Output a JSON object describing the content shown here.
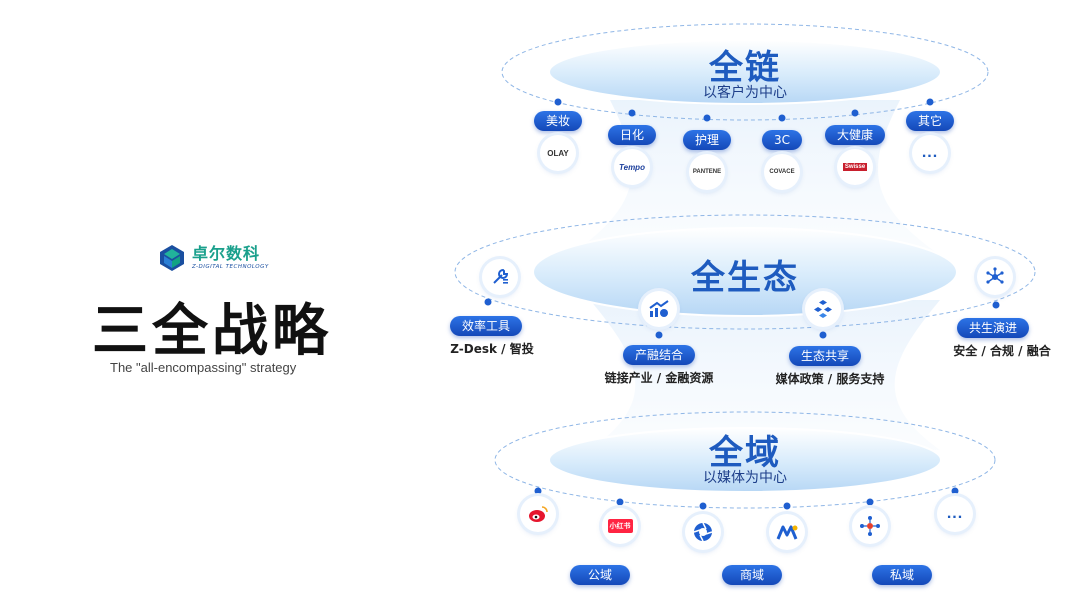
{
  "brand": {
    "name": "卓尔数科",
    "subtitle": "Z-DIGITAL TECHNOLOGY",
    "title": "三全战略",
    "english": "The \"all-encompassing\" strategy"
  },
  "tiers": {
    "top": {
      "title": "全链",
      "subtitle": "以客户为中心",
      "categories": [
        "美妆",
        "日化",
        "护理",
        "3C",
        "大健康",
        "其它"
      ],
      "brands": [
        "OLAY",
        "Tempo",
        "PANTENE",
        "COVACE",
        "Swisse",
        "..."
      ]
    },
    "middle": {
      "title": "全生态",
      "nodes": [
        {
          "label": "效率工具",
          "caption": "Z-Desk / 智投",
          "icon": "tools-icon"
        },
        {
          "label": "产融结合",
          "caption": "链接产业 / 金融资源",
          "icon": "finance-growth-icon"
        },
        {
          "label": "生态共享",
          "caption": "媒体政策 / 服务支持",
          "icon": "cubes-share-icon"
        },
        {
          "label": "共生演进",
          "caption": "安全 / 合规 / 融合",
          "icon": "network-evolve-icon"
        }
      ]
    },
    "bottom": {
      "title": "全域",
      "subtitle": "以媒体为中心",
      "channels": [
        "公域",
        "商域",
        "私域"
      ],
      "media": [
        {
          "icon": "weibo-icon",
          "label": ""
        },
        {
          "icon": "xiaohongshu-icon",
          "label": "小红书"
        },
        {
          "icon": "camera-aperture-icon",
          "label": ""
        },
        {
          "icon": "mall-m-icon",
          "label": ""
        },
        {
          "icon": "network-hub-icon",
          "label": ""
        },
        {
          "icon": "more-icon",
          "label": "..."
        }
      ]
    }
  },
  "colors": {
    "accent": "#1e5bbf",
    "pill": "#1f5fd0",
    "brand_green": "#1aa08c",
    "disc": "#cfe7fb"
  }
}
